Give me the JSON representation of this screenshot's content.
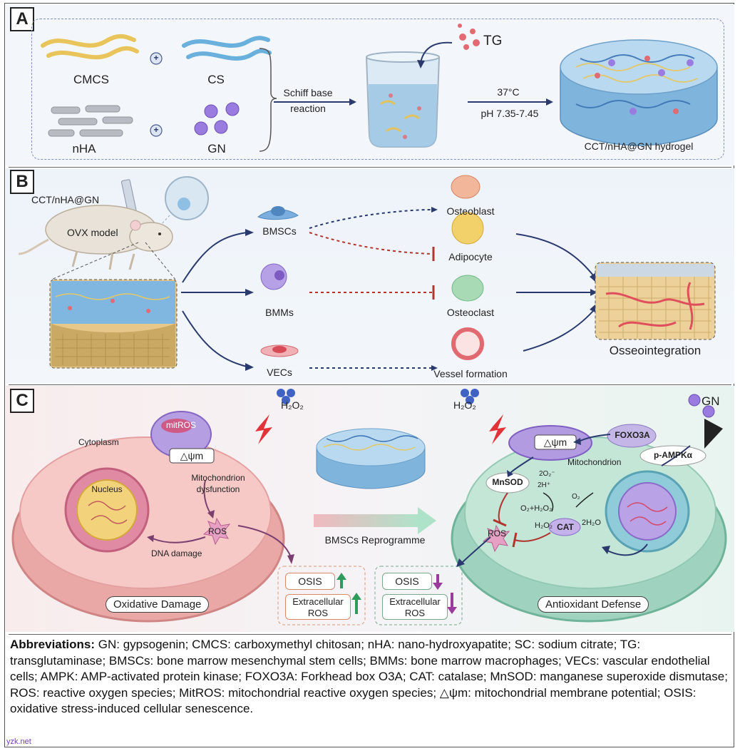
{
  "panels": {
    "a": {
      "letter": "A",
      "cmcs": "CMCS",
      "cs": "CS",
      "nha": "nHA",
      "gn": "GN",
      "plus": "+",
      "schiff_line1": "Schiff base",
      "schiff_line2": "reaction",
      "tg": "TG",
      "temp": "37°C",
      "ph": "pH 7.35-7.45",
      "hydrogel": "CCT/nHA@GN hydrogel"
    },
    "b": {
      "letter": "B",
      "injection": "CCT/nHA@GN",
      "model": "OVX model",
      "bmscs": "BMSCs",
      "bmms": "BMMs",
      "vecs": "VECs",
      "osteoblast": "Osteoblast",
      "adipocyte": "Adipocyte",
      "osteoclast": "Osteoclast",
      "vessel": "Vessel formation",
      "outcome": "Osseointegration"
    },
    "c": {
      "letter": "C",
      "h2o2_left": "H₂O₂",
      "h2o2_right": "H₂O₂",
      "gn": "GN",
      "cytoplasm": "Cytoplasm",
      "mitros": "mitROS",
      "dpsim_left": "△ψm",
      "mito_dys_1": "Mitochondrion",
      "mito_dys_2": "dysfunction",
      "nucleus": "Nucleus",
      "ros_left": "ROS",
      "dna_damage": "DNA damage",
      "oxidative_damage": "Oxidative Damage",
      "reprogramme": "BMSCs Reprogramme",
      "osis_up": "OSIS",
      "extra_up_1": "Extracellular",
      "extra_up_2": "ROS",
      "osis_down": "OSIS",
      "extra_down_1": "Extracellular",
      "extra_down_2": "ROS",
      "dpsim_right": "△ψm",
      "mitochondrion": "Mitochondrion",
      "foxo3a": "FOXO3A",
      "pampk": "p-AMPKα",
      "mnsod": "MnSOD",
      "superoxide": "2O₂⁻",
      "protons": "2H⁺",
      "o2_h2o2": "O₂+H₂O₂",
      "o2": "O₂",
      "h2o2_cat": "H₂O₂",
      "cat": "CAT",
      "water": "2H₂O",
      "ros_right": "ROS",
      "antioxidant": "Antioxidant Defense"
    }
  },
  "abbreviations": {
    "heading": "Abbreviations:",
    "text": " GN: gypsogenin; CMCS: carboxymethyl chitosan; nHA: nano-hydroxyapatite; SC: sodium citrate; TG: transglutaminase; BMSCs: bone marrow mesenchymal stem cells; BMMs: bone marrow macrophages; VECs: vascular endothelial cells; AMPK: AMP-activated protein kinase; FOXO3A: Forkhead box O3A; CAT: catalase; MnSOD: manganese superoxide dismutase; ROS: reactive oxygen species; MitROS: mitochondrial reactive oxygen species; △ψm: mitochondrial membrane potential; OSIS: oxidative stress-induced cellular senescence."
  },
  "watermark": "yzk.net",
  "colors": {
    "navy_arrow": "#2a3a6e",
    "inhibit_red": "#b0352e",
    "increase_green": "#2f9a5a",
    "decrease_purple": "#9a3a9a"
  }
}
